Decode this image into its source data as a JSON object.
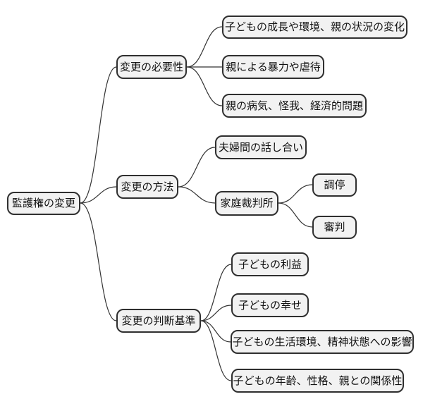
{
  "mindmap": {
    "root": {
      "label": "監護権の変更",
      "children": [
        {
          "label": "変更の必要性",
          "children": [
            {
              "label": "子どもの成長や環境、親の状況の変化"
            },
            {
              "label": "親による暴力や虐待"
            },
            {
              "label": "親の病気、怪我、経済的問題"
            }
          ]
        },
        {
          "label": "変更の方法",
          "children": [
            {
              "label": "夫婦間の話し合い"
            },
            {
              "label": "家庭裁判所",
              "children": [
                {
                  "label": "調停"
                },
                {
                  "label": "審判"
                }
              ]
            }
          ]
        },
        {
          "label": "変更の判断基準",
          "children": [
            {
              "label": "子どもの利益"
            },
            {
              "label": "子どもの幸せ"
            },
            {
              "label": "子どもの生活環境、精神状態への影響"
            },
            {
              "label": "子どもの年齢、性格、親との関係性"
            }
          ]
        }
      ]
    },
    "colors": {
      "background": "#ffffff",
      "node_fill": "#f2f2f2",
      "node_border": "#2f2f2f",
      "connector": "#333333",
      "text": "#111111"
    }
  }
}
